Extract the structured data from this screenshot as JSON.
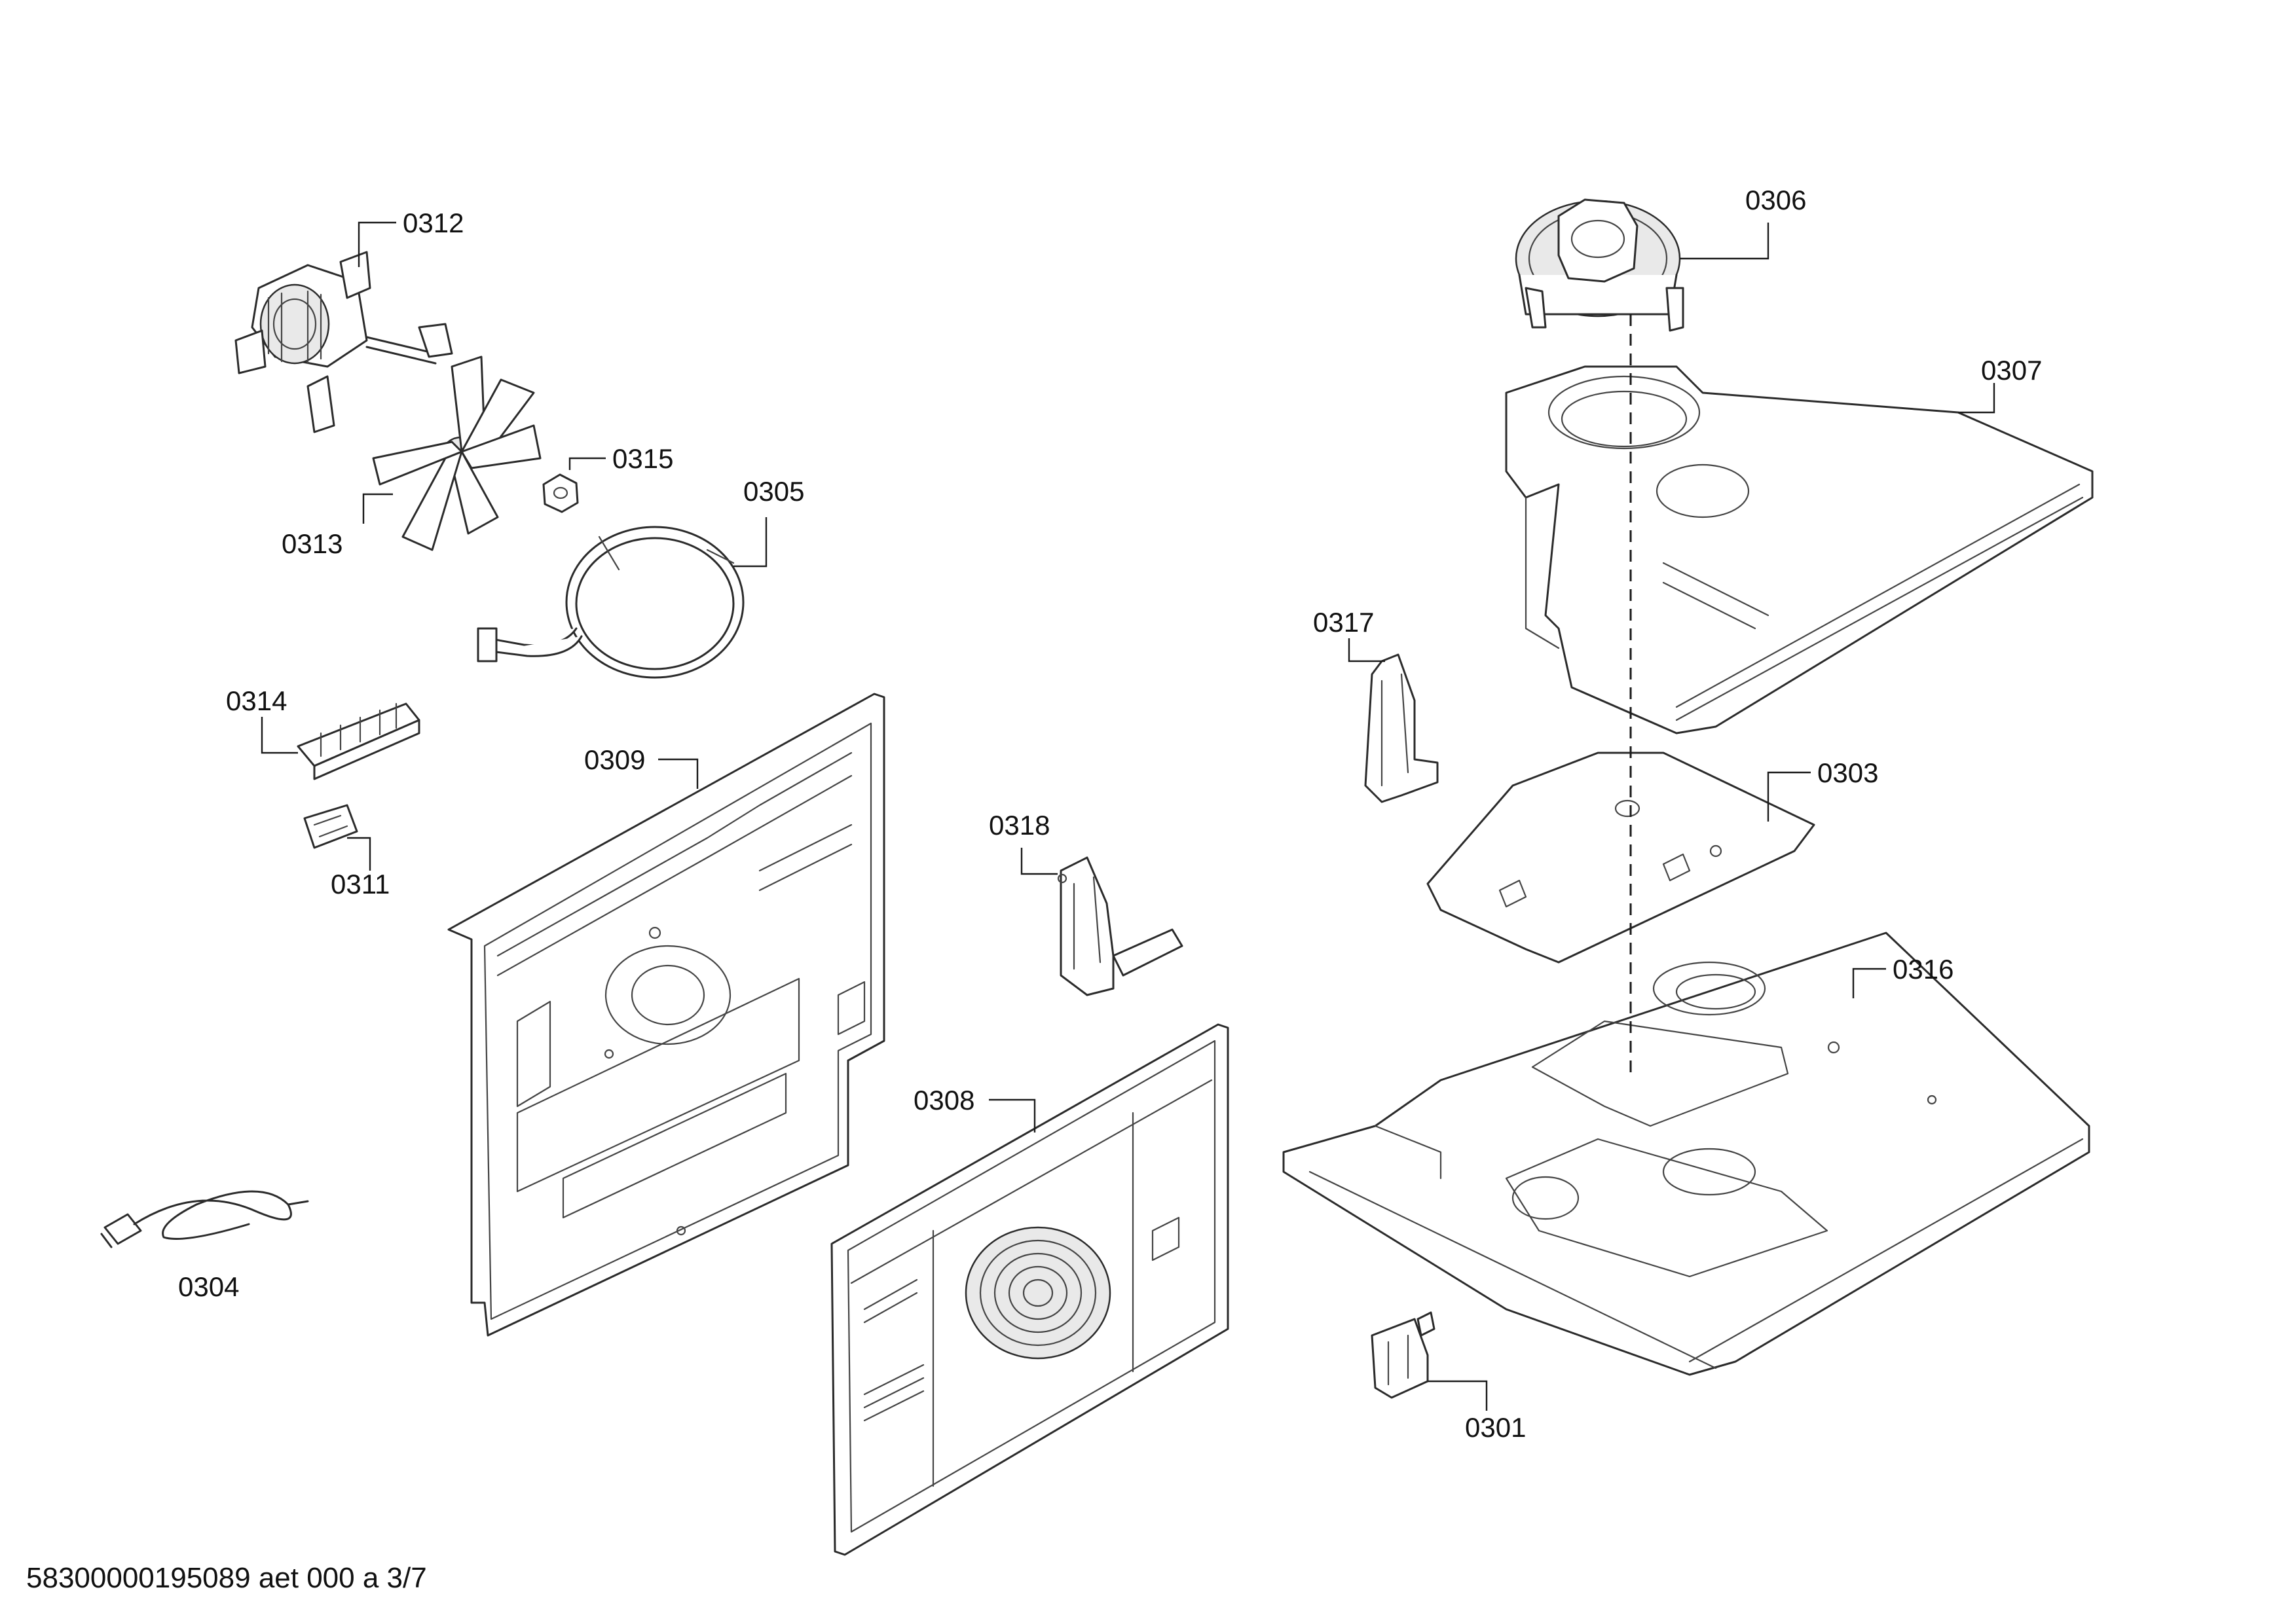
{
  "parts": {
    "p0301": "0301",
    "p0303": "0303",
    "p0304": "0304",
    "p0305": "0305",
    "p0306": "0306",
    "p0307": "0307",
    "p0308": "0308",
    "p0309": "0309",
    "p0311": "0311",
    "p0312": "0312",
    "p0313": "0313",
    "p0314": "0314",
    "p0315": "0315",
    "p0316": "0316",
    "p0317": "0317",
    "p0318": "0318"
  },
  "footer": {
    "doc_id": "58300000195089 aet 000 a 3/7"
  },
  "colors": {
    "line": "#2b2b2b",
    "background": "#ffffff"
  }
}
